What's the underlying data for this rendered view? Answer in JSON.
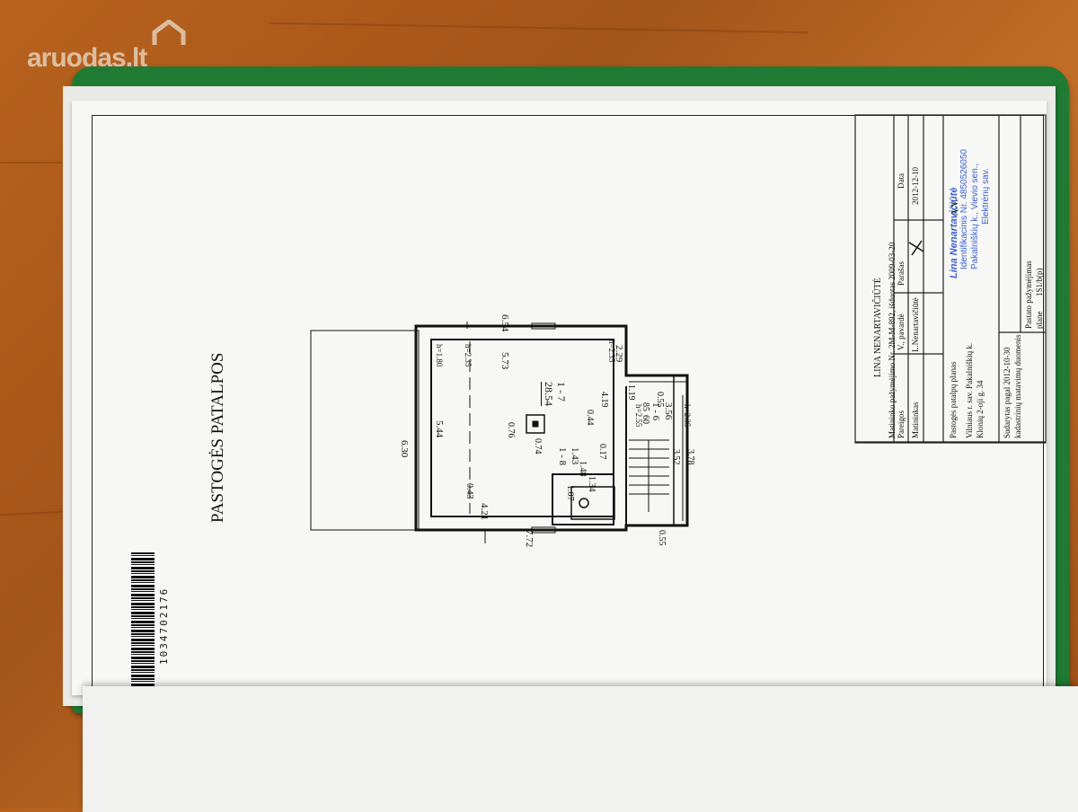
{
  "watermark": {
    "text": "aruodas.lt"
  },
  "document": {
    "title": "PASTOGĖS PATALPOS",
    "barcode_number": "1034702176"
  },
  "plan": {
    "room_main": "1 - 7",
    "room_main_area": "28.54",
    "room_small": "1 - 8",
    "room_small_area": "1.43",
    "room_stairs": "1 - 6",
    "room_stairs_area": "3.56",
    "dims": {
      "d630": "6.30",
      "d544": "5.44",
      "d654": "6.54",
      "d573": "5.73",
      "d229": "2.29",
      "d119": "1.19",
      "d055a": "0.55",
      "d055b": "0.55",
      "d772": "7.72",
      "d421": "4.21",
      "d043": "0.43",
      "d076": "0.76",
      "d074": "0.74",
      "d044": "0.44",
      "d419": "4.19",
      "d017": "0.17",
      "d148": "1.48",
      "d134": "1.34",
      "d107": "1.07",
      "d352": "3.52",
      "d378": "3.78",
      "d085": "85",
      "d060": "60"
    },
    "heights": {
      "h180": "h=1.80",
      "h235a": "h=2.35",
      "h235b": "h=2.35",
      "h255": "h=2.55",
      "h235c": "h=2.35"
    }
  },
  "title_block": {
    "company": "LINA NENARTAVIČIŪTĖ",
    "license": "Matininko pažymėjimo Nr. 2M-M-892, išduotas 2009-03-20",
    "col_pareigos": "Pareigos",
    "col_pavarde": "V., pavardė",
    "col_parasas": "Parašas",
    "col_data": "Data",
    "row_role": "Matininkas",
    "row_name": "L.Nenartavičiūtė",
    "row_date": "2012-12-10",
    "plan_name": "Pastogės patalpų planas",
    "address1": "Vilniaus r. sav. Pakalniškių k.",
    "address2": "Klonių 2-oji g. 34",
    "compiled": "Sudarytas pagal 2012-10-30",
    "compiled2": "kadastrinių matavimų duomenis",
    "cert_label": "Pastato pažymėjimas",
    "cert_label2": "plane",
    "cert_code": "1S1/b(p)"
  },
  "stamp": {
    "line1": "Lina Nenartavičiūtė",
    "line2": "Identifikacinis Nr. 4850526050",
    "line3": "Pakalniškių k., Vievio sen.,",
    "line4": "Elektrėnų sav.",
    "av": "A.V."
  }
}
